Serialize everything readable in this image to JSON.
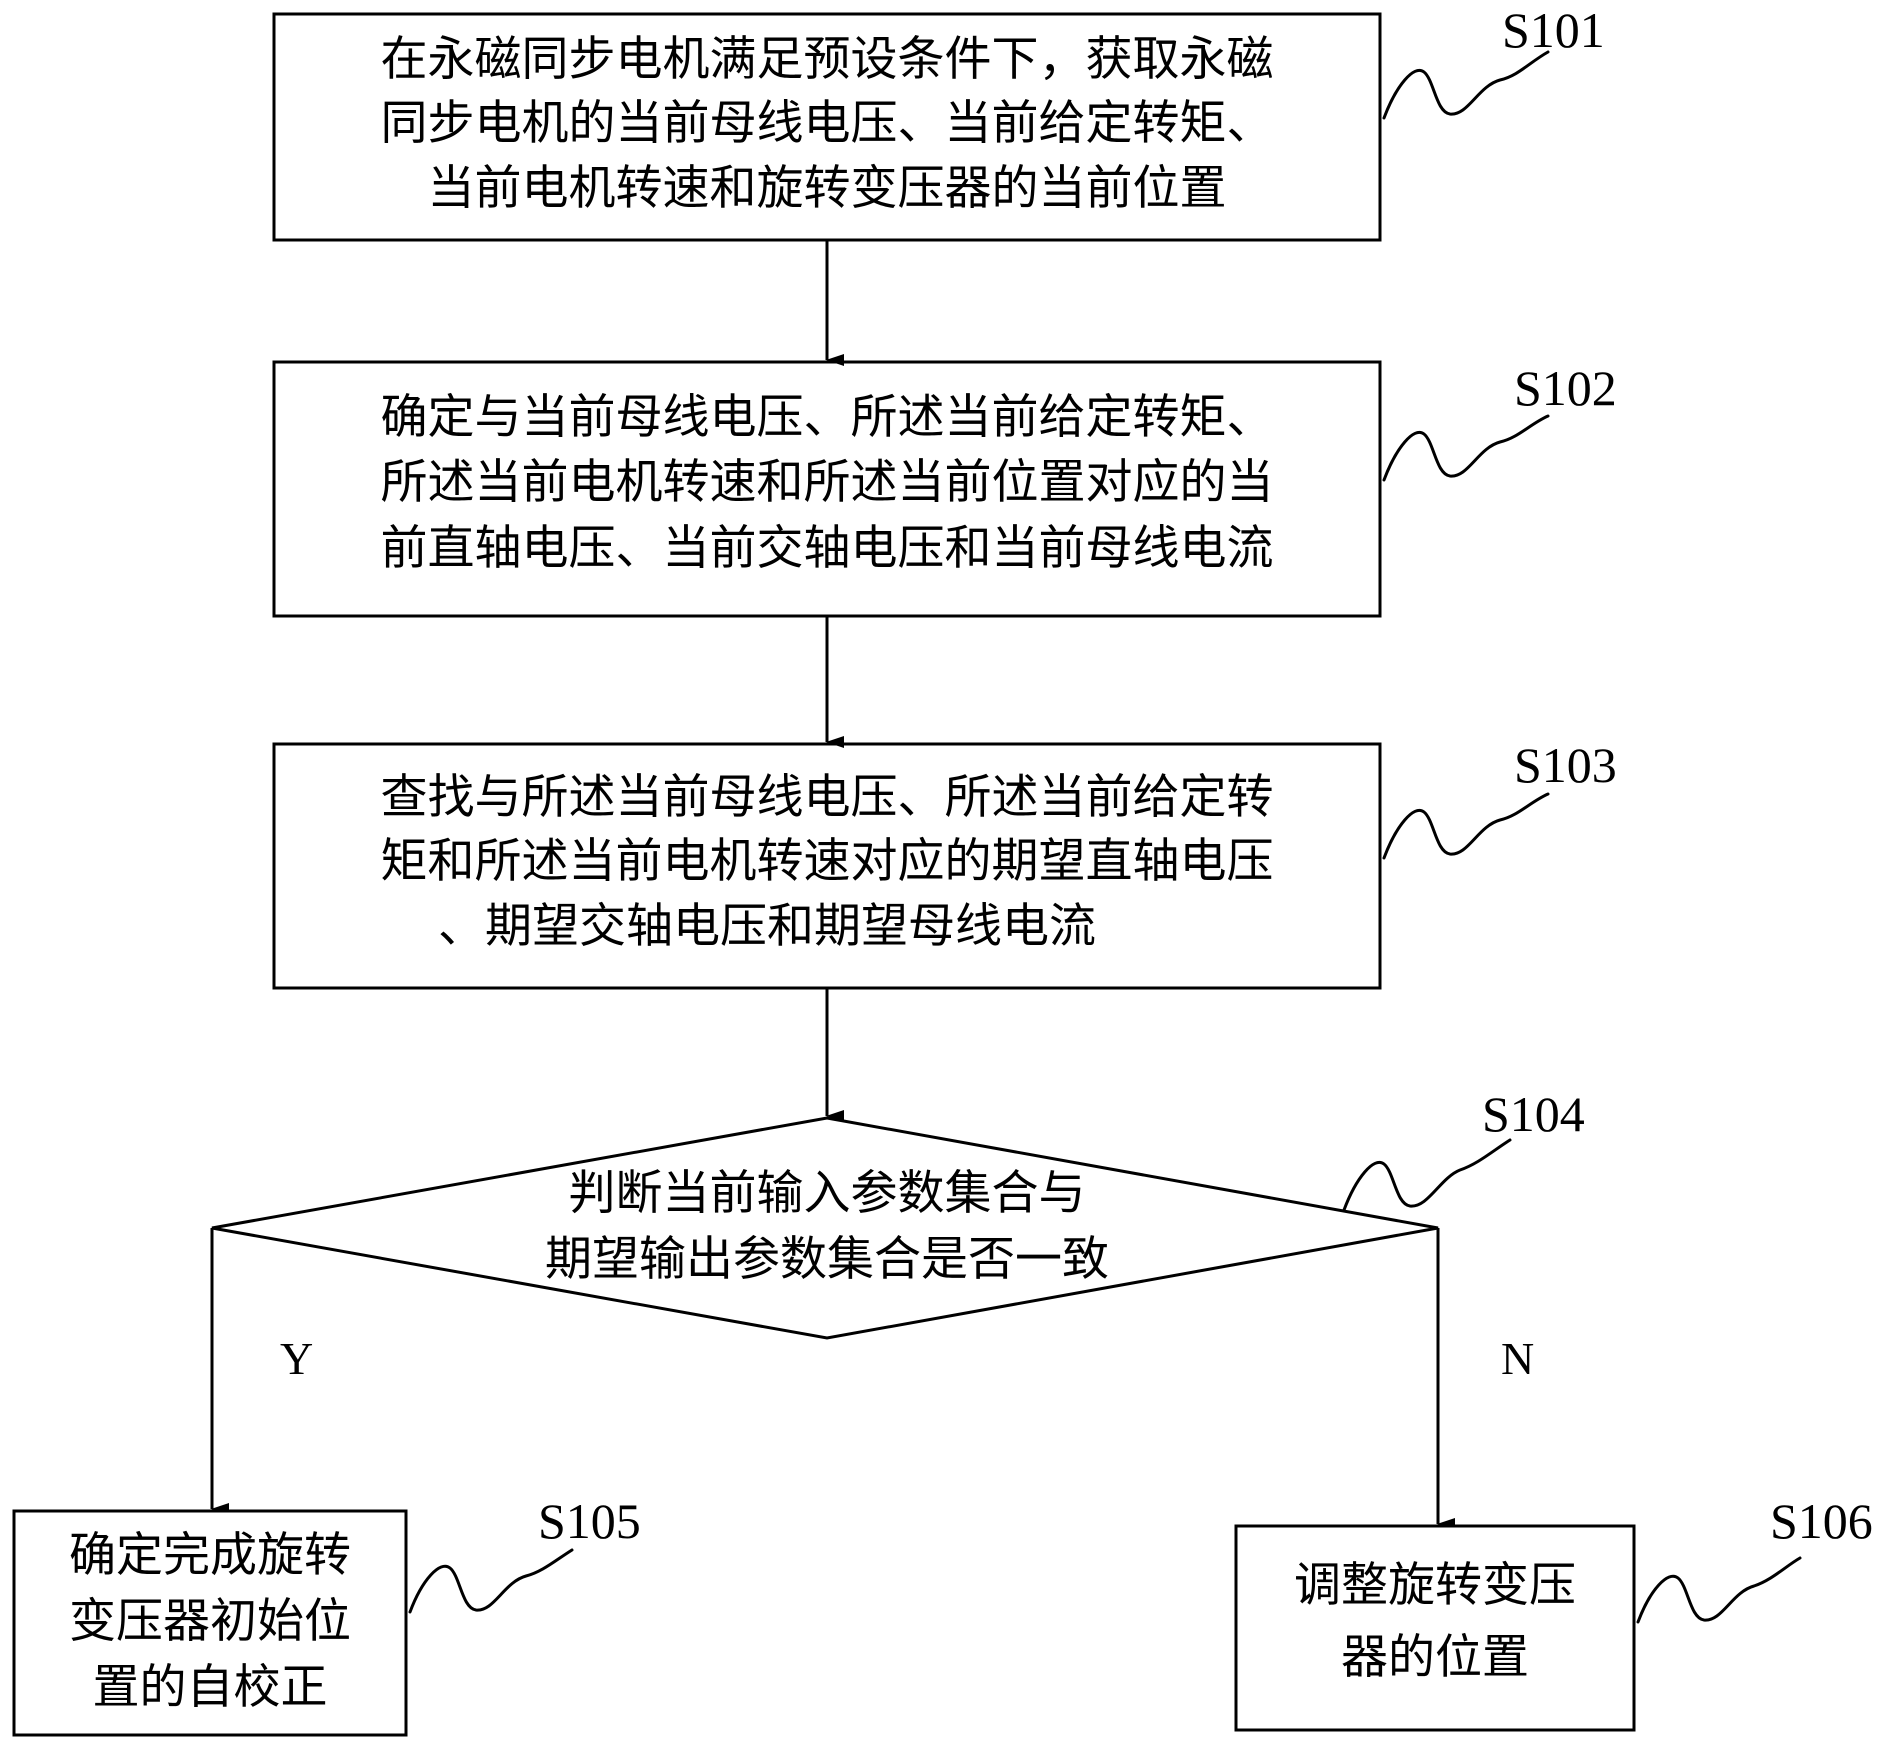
{
  "steps": {
    "s101": {
      "label": "S101",
      "lines": [
        "在永磁同步电机满足预设条件下，获取永磁",
        "同步电机的当前母线电压、当前给定转矩、",
        "当前电机转速和旋转变压器的当前位置"
      ]
    },
    "s102": {
      "label": "S102",
      "lines": [
        "确定与当前母线电压、所述当前给定转矩、",
        "所述当前电机转速和所述当前位置对应的当",
        "前直轴电压、当前交轴电压和当前母线电流"
      ]
    },
    "s103": {
      "label": "S103",
      "lines": [
        "查找与所述当前母线电压、所述当前给定转",
        "矩和所述当前电机转速对应的期望直轴电压",
        "、期望交轴电压和期望母线电流"
      ]
    },
    "s104": {
      "label": "S104",
      "lines": [
        "判断当前输入参数集合与",
        "期望输出参数集合是否一致"
      ]
    },
    "s105": {
      "label": "S105",
      "lines": [
        "确定完成旋转",
        "变压器初始位",
        "置的自校正"
      ]
    },
    "s106": {
      "label": "S106",
      "lines": [
        "调整旋转变压",
        "器的位置"
      ]
    }
  },
  "branches": {
    "yes": "Y",
    "no": "N"
  }
}
